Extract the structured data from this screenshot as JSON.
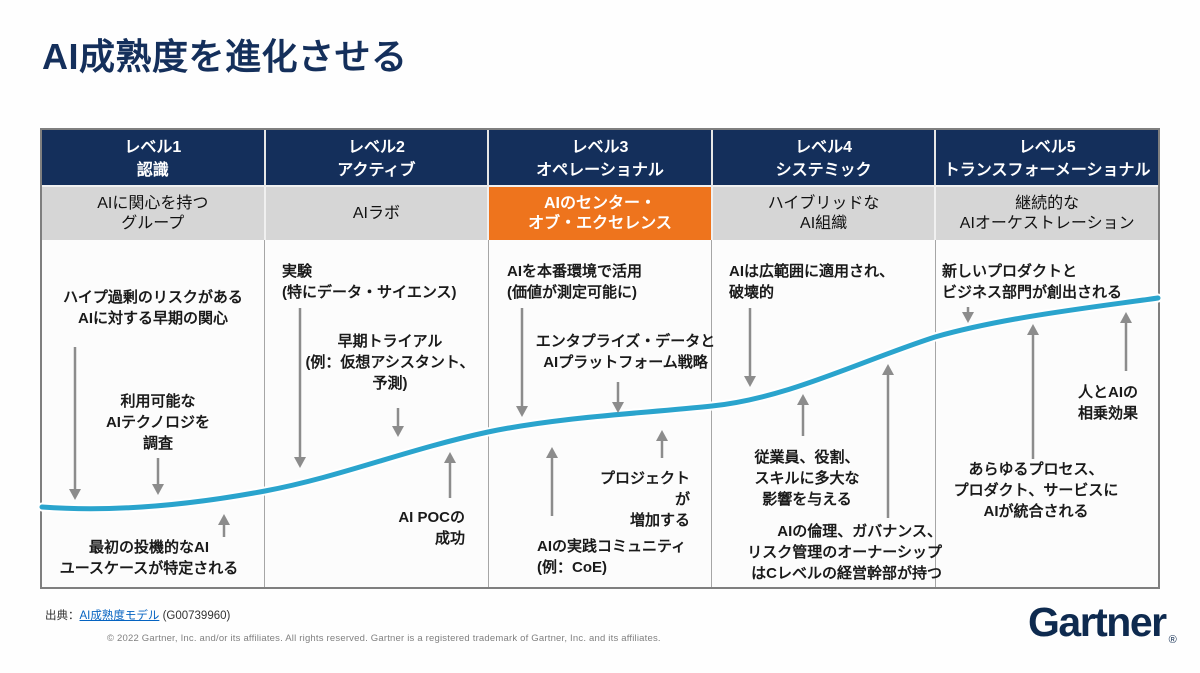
{
  "page": {
    "title": "AI成熟度を進化させる"
  },
  "colors": {
    "header_navy": "#142f5b",
    "highlight_orange": "#ee741d",
    "curve_blue": "#2aa4cd",
    "link_blue": "#0563c1"
  },
  "table": {
    "columns": [
      {
        "level": "レベル1",
        "name": "認識",
        "sub": "AIに関心を持つ\nグループ"
      },
      {
        "level": "レベル2",
        "name": "アクティブ",
        "sub": "AIラボ"
      },
      {
        "level": "レベル3",
        "name": "オペレーショナル",
        "sub": "AIのセンター・\nオブ・エクセレンス",
        "highlight": true
      },
      {
        "level": "レベル4",
        "name": "システミック",
        "sub": "ハイブリッドな\nAI組織"
      },
      {
        "level": "レベル5",
        "name": "トランスフォーメーショナル",
        "sub": "継続的な\nAIオーケストレーション"
      }
    ]
  },
  "annotations": [
    {
      "text": "ハイプ過剰のリスクがある\nAIに対する早期の関心"
    },
    {
      "text": "利用可能な\nAIテクノロジを\n調査"
    },
    {
      "text": "最初の投機的なAI\nユースケースが特定される"
    },
    {
      "text": "実験\n(特にデータ・サイエンス)"
    },
    {
      "text": "早期トライアル\n(例：仮想アシスタント、\n予測)"
    },
    {
      "text": "AI POCの\n成功"
    },
    {
      "text": "AIを本番環境で活用\n(価値が測定可能に)"
    },
    {
      "text": "エンタプライズ・データと\nAIプラットフォーム戦略"
    },
    {
      "text": "プロジェクトが\n増加する"
    },
    {
      "text": "AIの実践コミュニティ\n(例：CoE)"
    },
    {
      "text": "AIは広範囲に適用され、\n破壊的"
    },
    {
      "text": "従業員、役割、\nスキルに多大な\n影響を与える"
    },
    {
      "text": "AIの倫理、ガバナンス、\nリスク管理のオーナーシップ\nはCレベルの経営幹部が持つ"
    },
    {
      "text": "新しいプロダクトと\nビジネス部門が創出される"
    },
    {
      "text": "人とAIの\n相乗効果"
    },
    {
      "text": "あらゆるプロセス、\nプロダクト、サービスに\nAIが統合される"
    }
  ],
  "footer": {
    "source_label": "出典：",
    "source_link": "AI成熟度モデル",
    "source_doc": "(G00739960)",
    "copyright": "© 2022 Gartner, Inc. and/or its affiliates. All rights reserved. Gartner is a registered trademark of Gartner, Inc. and its affiliates.",
    "logo_text": "Gartner",
    "logo_reg": "®"
  }
}
